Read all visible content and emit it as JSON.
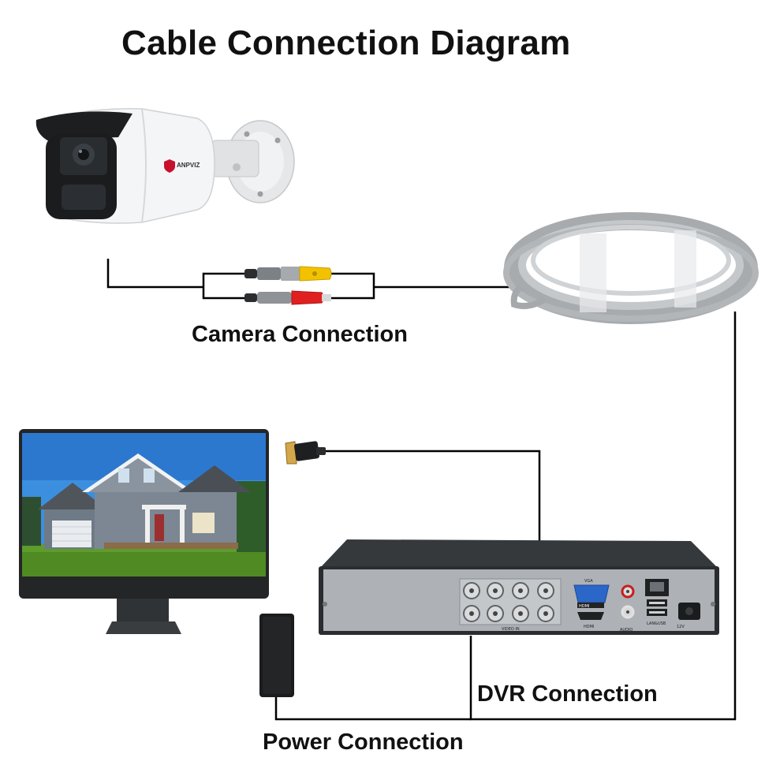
{
  "title": "Cable Connection Diagram",
  "labels": {
    "camera_connection": "Camera Connection",
    "dvr_connection": "DVR Connection",
    "power_connection": "Power Connection"
  },
  "camera": {
    "brand": "ANPVIZ"
  },
  "dvr": {
    "port_labels": {
      "vga": "VGA",
      "hdmi": "HDMI",
      "video_in": "VIDEO IN",
      "audio": "AUDIO",
      "lan_usb": "LAN&USB",
      "power": "12V"
    }
  },
  "colors": {
    "wire": "#000000",
    "bnc_plug": "#f2c200",
    "power_plug": "#e02020",
    "cable": "#b9bcbf",
    "dvr_body": "#2f3336",
    "dvr_panel": "#b0b4b8",
    "sky": "#2c7fd6",
    "grass": "#5e9c2b"
  }
}
